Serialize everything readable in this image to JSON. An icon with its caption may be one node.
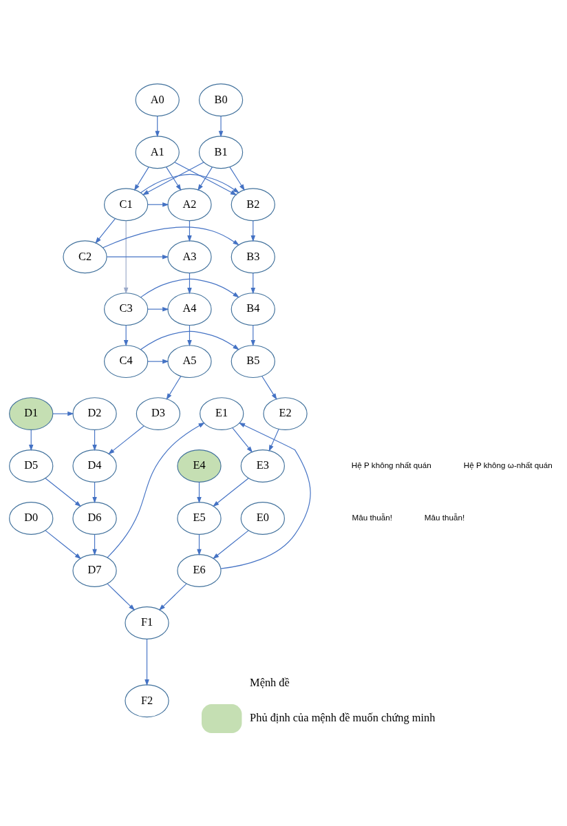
{
  "diagram": {
    "nodes": [
      {
        "text": [
          "A0"
        ]
      },
      {
        "text": [
          "B0"
        ]
      },
      {
        "text": [
          "A1"
        ]
      },
      {
        "text": [
          "B1"
        ]
      },
      {
        "text": [
          "A2"
        ]
      },
      {
        "text": [
          "C1"
        ]
      },
      {
        "text": [
          "B2"
        ]
      },
      {
        "text": [
          "A3"
        ]
      },
      {
        "text": [
          "C2"
        ]
      },
      {
        "text": [
          "B3"
        ]
      },
      {
        "text": [
          "A4"
        ]
      },
      {
        "text": [
          "C3"
        ]
      },
      {
        "text": [
          "B4"
        ]
      },
      {
        "text": [
          "A5"
        ]
      },
      {
        "text": [
          "C4"
        ]
      },
      {
        "text": [
          "B5"
        ]
      },
      {
        "text": [
          "D3"
        ]
      },
      {
        "text": [
          "D2"
        ]
      },
      {
        "text": [
          "D1"
        ]
      },
      {
        "text": [
          "E1"
        ]
      },
      {
        "text": [
          "E2"
        ]
      },
      {
        "text": [
          "D4"
        ]
      },
      {
        "text": [
          "D5"
        ]
      },
      {
        "text": [
          "E4"
        ]
      },
      {
        "text": [
          "E3"
        ]
      },
      {
        "text": [
          "D0"
        ]
      },
      {
        "text": [
          "D6"
        ]
      },
      {
        "text": [
          "E5"
        ]
      },
      {
        "text": [
          "E0"
        ]
      },
      {
        "text": [
          "D7"
        ]
      },
      {
        "text": [
          "E6"
        ]
      },
      {
        "text": [
          "F1"
        ]
      },
      {
        "text": [
          "F2"
        ]
      }
    ],
    "edges": [
      {
        "from": 0,
        "to": 2,
        "arrow": "to"
      },
      {
        "from": 1,
        "to": 3,
        "arrow": "to"
      },
      {
        "from": 2,
        "to": 4,
        "arrow": "to"
      },
      {
        "from": 2,
        "to": 5,
        "arrow": "to"
      },
      {
        "from": 2,
        "to": 6,
        "arrow": "to"
      },
      {
        "from": 3,
        "to": 4,
        "arrow": "to"
      },
      {
        "from": 3,
        "to": 5,
        "arrow": "to"
      },
      {
        "from": 3,
        "to": 6,
        "arrow": "to"
      },
      {
        "from": 5,
        "to": 4,
        "arrow": "to"
      },
      {
        "from": 5,
        "to": 6,
        "arrow": "to"
      },
      {
        "from": 4,
        "to": 7,
        "arrow": "to"
      },
      {
        "from": 5,
        "to": 8,
        "arrow": "to"
      },
      {
        "from": 5,
        "to": 11,
        "arrow": "to",
        "color": "#9aa9c9"
      },
      {
        "from": 6,
        "to": 9,
        "arrow": "to"
      },
      {
        "from": 8,
        "to": 7,
        "arrow": "to"
      },
      {
        "from": 8,
        "to": 9,
        "arrow": "to"
      },
      {
        "from": 7,
        "to": 10,
        "arrow": "to"
      },
      {
        "from": 9,
        "to": 12,
        "arrow": "to"
      },
      {
        "from": 11,
        "to": 10,
        "arrow": "to"
      },
      {
        "from": 11,
        "to": 12,
        "arrow": "to"
      },
      {
        "from": 11,
        "to": 14,
        "arrow": "to"
      },
      {
        "from": 10,
        "to": 13,
        "arrow": "to"
      },
      {
        "from": 12,
        "to": 15,
        "arrow": "to"
      },
      {
        "from": 14,
        "to": 13,
        "arrow": "to"
      },
      {
        "from": 14,
        "to": 15,
        "arrow": "to"
      },
      {
        "from": 13,
        "to": 16,
        "arrow": "to"
      },
      {
        "from": 15,
        "to": 20,
        "arrow": "to"
      },
      {
        "from": 18,
        "to": 17,
        "arrow": "to"
      },
      {
        "from": 18,
        "to": 22,
        "arrow": "to"
      },
      {
        "from": 16,
        "to": 21,
        "arrow": "to"
      },
      {
        "from": 17,
        "to": 21,
        "arrow": "to"
      },
      {
        "from": 19,
        "to": 24,
        "arrow": "to"
      },
      {
        "from": 20,
        "to": 24,
        "arrow": "to"
      },
      {
        "from": 21,
        "to": 26,
        "arrow": "to"
      },
      {
        "from": 22,
        "to": 26,
        "arrow": "to"
      },
      {
        "from": 23,
        "to": 27,
        "arrow": "to"
      },
      {
        "from": 24,
        "to": 27,
        "arrow": "to"
      },
      {
        "from": 25,
        "to": 29,
        "arrow": "to"
      },
      {
        "from": 26,
        "to": 29,
        "arrow": "to"
      },
      {
        "from": 27,
        "to": 30,
        "arrow": "to"
      },
      {
        "from": 28,
        "to": 30,
        "arrow": "to"
      },
      {
        "from": 29,
        "to": 31,
        "arrow": "to"
      },
      {
        "from": 30,
        "to": 31,
        "arrow": "to"
      },
      {
        "from": 29,
        "to": 19,
        "arrow": "to"
      },
      {
        "from": 30,
        "to": 19,
        "arrow": "to"
      },
      {
        "from": 31,
        "to": 32,
        "arrow": "to"
      }
    ],
    "labels": [
      "Hệ P không nhất quán",
      "Hệ P không ω-nhất quán",
      "Mâu thuẫn!",
      "Mâu thuẫn!"
    ],
    "legend": [
      {
        "text": "Mệnh đề",
        "color": "#ffffff"
      },
      {
        "text": "Phủ định của mệnh đề muốn chứng minh",
        "color": "#c5dfb3"
      }
    ]
  }
}
